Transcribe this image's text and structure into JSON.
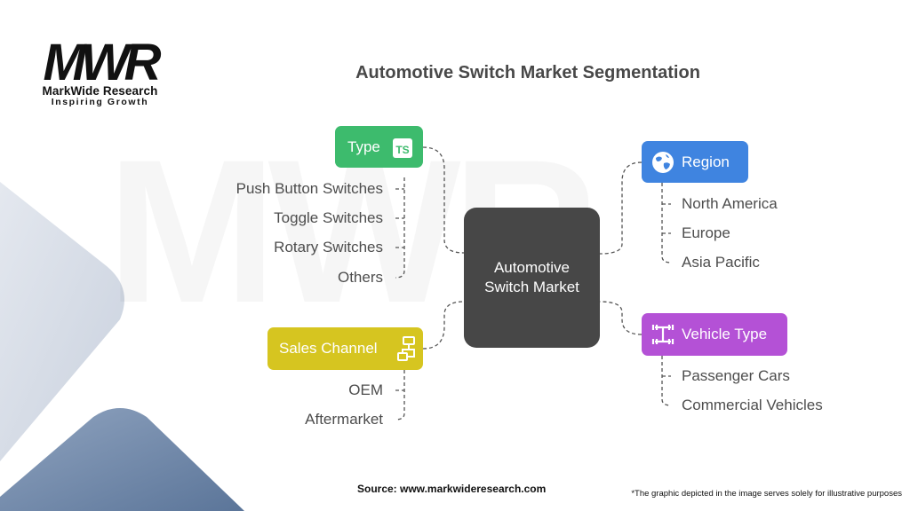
{
  "brand": {
    "logo_letters": "MWR",
    "name": "MarkWide Research",
    "tagline": "Inspiring Growth"
  },
  "title": "Automotive Switch Market Segmentation",
  "center": {
    "label": "Automotive Switch Market"
  },
  "segments": {
    "type": {
      "label": "Type",
      "icon": "typescript-icon",
      "color": "#3DBB6D",
      "items": [
        "Push Button Switches",
        "Toggle Switches",
        "Rotary Switches",
        "Others"
      ]
    },
    "sales_channel": {
      "label": "Sales Channel",
      "icon": "flowchart-icon",
      "color": "#D6C520",
      "items": [
        "OEM",
        "Aftermarket"
      ]
    },
    "region": {
      "label": "Region",
      "icon": "globe-icon",
      "color": "#3F84E0",
      "items": [
        "North America",
        "Europe",
        "Asia Pacific"
      ]
    },
    "vehicle_type": {
      "label": "Vehicle Type",
      "icon": "vehicle-frame-icon",
      "color": "#B451D6",
      "items": [
        "Passenger Cars",
        "Commercial Vehicles"
      ]
    }
  },
  "footer": {
    "source": "Source: www.markwideresearch.com",
    "disclaimer": "*The graphic depicted in the image serves solely for illustrative purposes"
  }
}
